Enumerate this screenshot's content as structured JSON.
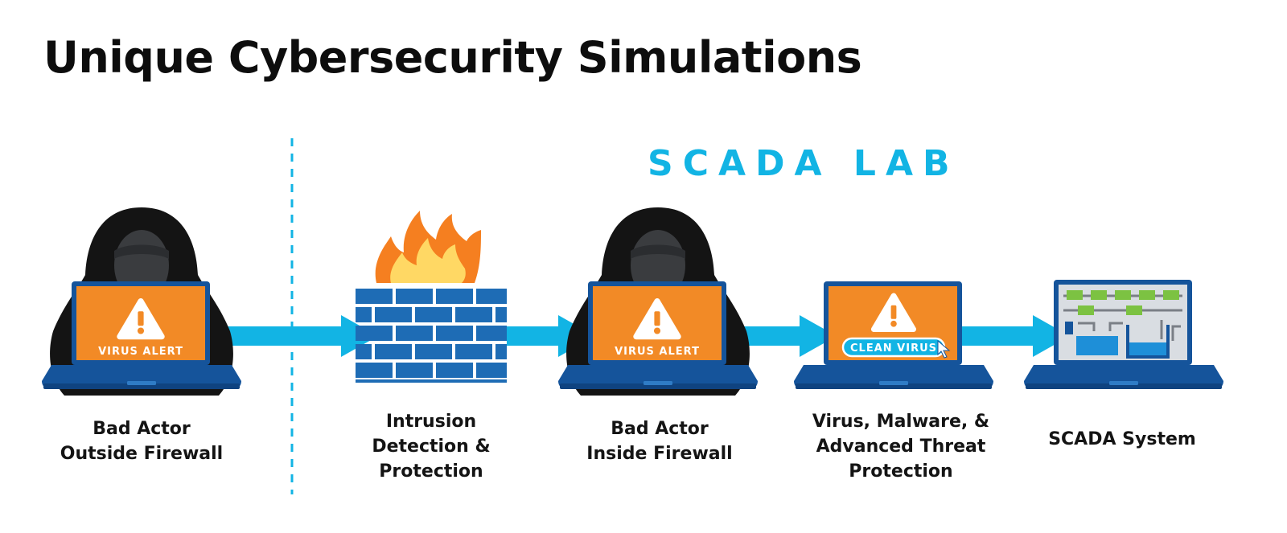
{
  "title": "Unique Cybersecurity Simulations",
  "lab_label": "SCADA LAB",
  "colors": {
    "accent": "#12b4e4",
    "screen_orange": "#f28a26",
    "laptop_blue": "#15549b",
    "brick_blue": "#1e6cb5",
    "hood_black": "#141414",
    "flame_orange": "#f57f20",
    "flame_yellow": "#ffd864",
    "scada_green": "#7cc242"
  },
  "stages": [
    {
      "id": "bad-actor-outside",
      "caption": [
        "Bad Actor",
        "Outside Firewall"
      ],
      "screen_text": "VIRUS ALERT",
      "icon": "hooded-hacker-laptop"
    },
    {
      "id": "intrusion-detection",
      "caption": [
        "Intrusion",
        "Detection &",
        "Protection"
      ],
      "icon": "firewall-brick-wall-icon"
    },
    {
      "id": "bad-actor-inside",
      "caption": [
        "Bad Actor",
        "Inside Firewall"
      ],
      "screen_text": "VIRUS ALERT",
      "icon": "hooded-hacker-laptop"
    },
    {
      "id": "threat-protection",
      "caption": [
        "Virus, Malware, &",
        "Advanced Threat",
        "Protection"
      ],
      "screen_text": "CLEAN VIRUS",
      "icon": "laptop-clean-virus"
    },
    {
      "id": "scada-system",
      "caption": [
        "SCADA System"
      ],
      "icon": "scada-screen-laptop"
    }
  ]
}
